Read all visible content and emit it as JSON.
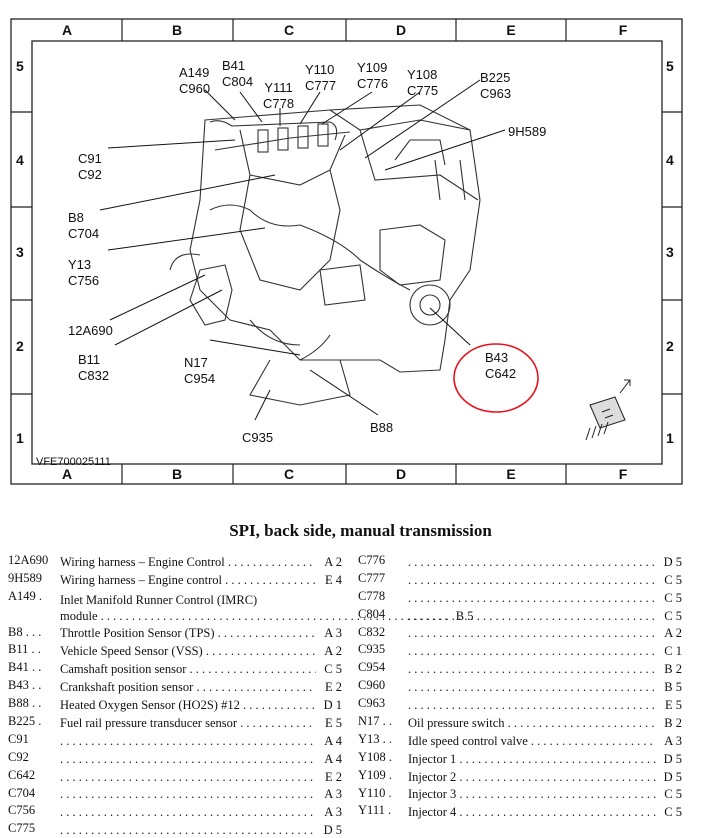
{
  "figure": {
    "code": "VFE700025111",
    "columns": [
      "A",
      "B",
      "C",
      "D",
      "E",
      "F"
    ],
    "rows": [
      "5",
      "4",
      "3",
      "2",
      "1"
    ],
    "callouts": [
      {
        "id": "a149",
        "lines": [
          "A149",
          "C960"
        ]
      },
      {
        "id": "b41",
        "lines": [
          "B41",
          "C804"
        ]
      },
      {
        "id": "y111",
        "lines": [
          "Y111",
          "C778"
        ]
      },
      {
        "id": "y110",
        "lines": [
          "Y110",
          "C777"
        ]
      },
      {
        "id": "y109",
        "lines": [
          "Y109",
          "C776"
        ]
      },
      {
        "id": "y108",
        "lines": [
          "Y108",
          "C775"
        ]
      },
      {
        "id": "b225",
        "lines": [
          "B225",
          "C963"
        ]
      },
      {
        "id": "9h589",
        "lines": [
          "9H589"
        ]
      },
      {
        "id": "c91",
        "lines": [
          "C91",
          "C92"
        ]
      },
      {
        "id": "b8",
        "lines": [
          "B8",
          "C704"
        ]
      },
      {
        "id": "y13",
        "lines": [
          "Y13",
          "C756"
        ]
      },
      {
        "id": "12a690",
        "lines": [
          "12A690"
        ]
      },
      {
        "id": "b11",
        "lines": [
          "B11",
          "C832"
        ]
      },
      {
        "id": "n17",
        "lines": [
          "N17",
          "C954"
        ]
      },
      {
        "id": "b43",
        "lines": [
          "B43",
          "C642"
        ]
      },
      {
        "id": "b88",
        "lines": [
          "B88"
        ]
      },
      {
        "id": "c935",
        "lines": [
          "C935"
        ]
      }
    ],
    "highlight_color": "#e8141e"
  },
  "caption": "SPI, back side, manual transmission",
  "legend_left": [
    {
      "code": "12A690",
      "desc": "Wiring harness – Engine Control",
      "loc": "A 2"
    },
    {
      "code": "9H589",
      "desc": "Wiring harness – Engine control",
      "loc": "E 4"
    },
    {
      "code": "A149 .",
      "desc": "Inlet Manifold Runner Control (IMRC)",
      "desc2": "module",
      "loc": "B 5"
    },
    {
      "code": "B8 . . .",
      "desc": "Throttle Position Sensor (TPS)",
      "loc": "A 3"
    },
    {
      "code": "B11 . .",
      "desc": "Vehicle Speed Sensor (VSS)",
      "loc": "A 2"
    },
    {
      "code": "B41 . .",
      "desc": "Camshaft position sensor",
      "loc": "C 5"
    },
    {
      "code": "B43 . .",
      "desc": "Crankshaft position sensor",
      "loc": "E 2"
    },
    {
      "code": "B88 . .",
      "desc": "Heated Oxygen Sensor (HO2S) #12",
      "loc": "D 1"
    },
    {
      "code": "B225 .",
      "desc": "Fuel rail pressure transducer sensor",
      "loc": "E 5"
    },
    {
      "code": "C91",
      "desc": "",
      "loc": "A 4"
    },
    {
      "code": "C92",
      "desc": "",
      "loc": "A 4"
    },
    {
      "code": "C642",
      "desc": "",
      "loc": "E 2"
    },
    {
      "code": "C704",
      "desc": "",
      "loc": "A 3"
    },
    {
      "code": "C756",
      "desc": "",
      "loc": "A 3"
    },
    {
      "code": "C775",
      "desc": "",
      "loc": "D 5"
    }
  ],
  "legend_right": [
    {
      "code": "C776",
      "desc": "",
      "loc": "D 5"
    },
    {
      "code": "C777",
      "desc": "",
      "loc": "C 5"
    },
    {
      "code": "C778",
      "desc": "",
      "loc": "C 5"
    },
    {
      "code": "C804",
      "desc": "",
      "loc": "C 5"
    },
    {
      "code": "C832",
      "desc": "",
      "loc": "A 2"
    },
    {
      "code": "C935",
      "desc": "",
      "loc": "C 1"
    },
    {
      "code": "C954",
      "desc": "",
      "loc": "B 2"
    },
    {
      "code": "C960",
      "desc": "",
      "loc": "B 5"
    },
    {
      "code": "C963",
      "desc": "",
      "loc": "E 5"
    },
    {
      "code": "N17 . .",
      "desc": "Oil pressure switch",
      "loc": "B 2"
    },
    {
      "code": "Y13 . .",
      "desc": "Idle speed control valve",
      "loc": "A 3"
    },
    {
      "code": "Y108 .",
      "desc": "Injector 1",
      "loc": "D 5"
    },
    {
      "code": "Y109 .",
      "desc": "Injector 2",
      "loc": "D 5"
    },
    {
      "code": "Y110 .",
      "desc": "Injector 3",
      "loc": "C 5"
    },
    {
      "code": "Y111 .",
      "desc": "Injector 4",
      "loc": "C 5"
    }
  ]
}
